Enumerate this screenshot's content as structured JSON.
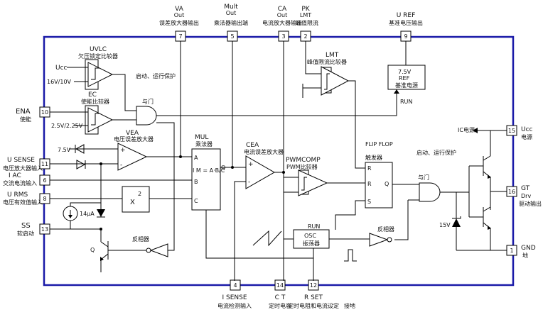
{
  "pins_top": [
    {
      "num": "7",
      "name": "VA",
      "sub": "Out",
      "desc": "误差放大器输出"
    },
    {
      "num": "5",
      "name": "Mult",
      "sub": "Out",
      "desc": "乘法器输出端"
    },
    {
      "num": "3",
      "name": "CA",
      "sub": "Out",
      "desc": "电流放大器输出"
    },
    {
      "num": "2",
      "name": "PK",
      "sub": "LMT",
      "desc": "峰值限流"
    },
    {
      "num": "9",
      "name": "U REF",
      "sub": "",
      "desc": "基准电压输出"
    }
  ],
  "pins_left": [
    {
      "num": "10",
      "name": "ENA",
      "desc": "使能"
    },
    {
      "num": "11",
      "name": "U SENSE",
      "desc": "电压放大器输入"
    },
    {
      "num": "6",
      "name": "I AC",
      "desc": "交流电流输入"
    },
    {
      "num": "8",
      "name": "U RMS",
      "desc": "电压有效值输入"
    },
    {
      "num": "13",
      "name": "SS",
      "desc": "软启动"
    }
  ],
  "pins_bottom": [
    {
      "num": "4",
      "name": "I SENSE",
      "desc": "电流检测输入"
    },
    {
      "num": "14",
      "name": "C T",
      "desc": "定时电容"
    },
    {
      "num": "12",
      "name": "R SET",
      "desc": "定时电阻和电流设定"
    }
  ],
  "pins_right": [
    {
      "num": "15",
      "name": "Ucc",
      "desc": "电源"
    },
    {
      "num": "16",
      "name": "GT",
      "sub": "Drv",
      "desc": "驱动输出"
    },
    {
      "num": "1",
      "name": "GND",
      "desc": "地"
    }
  ],
  "blocks": {
    "uvlc": {
      "name": "UVLC",
      "desc": "欠压锁定比较器",
      "in_label": "Ucc",
      "thresholds": "16V/10V"
    },
    "ec": {
      "name": "EC",
      "desc": "使能比较器",
      "thresholds": "2.5V/2.25V"
    },
    "vea": {
      "name": "VEA",
      "desc": "电压误差放大器",
      "ref": "7.5V"
    },
    "mul": {
      "name": "MUL",
      "desc": "乘法器",
      "a": "A",
      "imul": "I M = A·B/C",
      "b": "B",
      "c": "C",
      "q": "Q"
    },
    "square": {
      "name": "X",
      "exp": "2"
    },
    "cea": {
      "name": "CEA",
      "desc": "电流误差放大器"
    },
    "pwm": {
      "name": "PWMCOMP",
      "desc": "PWM比较器"
    },
    "lmt": {
      "name": "LMT",
      "desc": "峰值限流比较器"
    },
    "ref": {
      "volt": "7.5V",
      "name": "REF",
      "desc": "基准电源"
    },
    "flipflop": {
      "name": "FLIP FLOP",
      "desc": "触发器",
      "r1": "R",
      "r2": "R",
      "s": "S",
      "q": "Q"
    },
    "osc": {
      "name": "OSC",
      "desc": "振荡器",
      "run": "RUN"
    },
    "ss_current": "14μA",
    "ss_transistor": "Q",
    "zener": "15V",
    "ic_supply": "IC电源",
    "run_label": "RUN"
  },
  "gate_labels": {
    "and_enable": "与门",
    "and_output": "与门",
    "run_enable": "启动、运行保护",
    "ff_note": "启动、运行保护",
    "inverter1": "反相器",
    "inverter2": "反相器"
  },
  "footer_note": "接地"
}
